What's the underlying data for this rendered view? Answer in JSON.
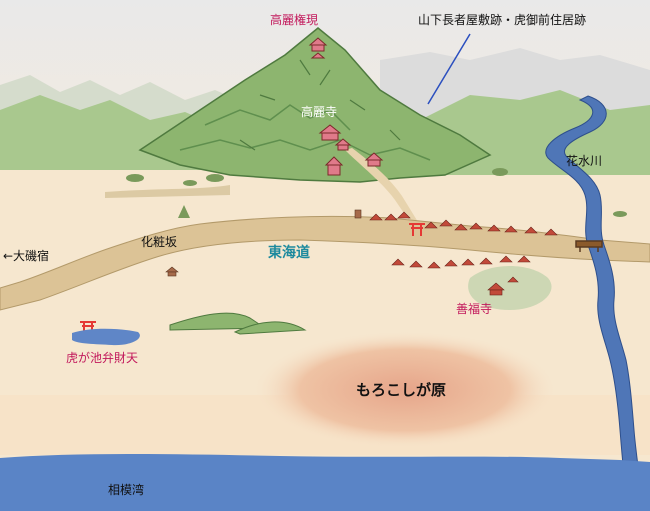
{
  "map": {
    "labels": {
      "koma_gongen": "高麗権現",
      "yamashita_residence": "山下長者屋敷跡・虎御前住居跡",
      "komadera": "高麗寺",
      "hanamizu_river": "花水川",
      "kewaizaka": "化粧坂",
      "tokaido": "東海道",
      "oiso_arrow": "←大磯宿",
      "zenpukuji": "善福寺",
      "toragaike_benzaiten": "虎が池弁財天",
      "morokoshigahara": "もろこしが原",
      "sagami_bay": "相模湾"
    },
    "colors": {
      "ground": "#f6e7cf",
      "mountain": "#8db56f",
      "mountain_dark": "#5f8f4e",
      "road": "#dcc396",
      "river": "#4f76b7",
      "sea": "#5a84c6",
      "red_text": "#c2185b",
      "torii": "#e53935",
      "tokaido_text": "#1d8a9e"
    }
  }
}
